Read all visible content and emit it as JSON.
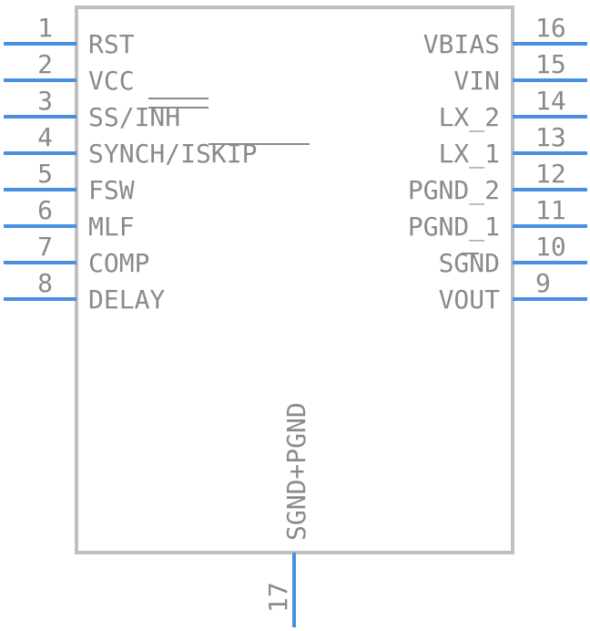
{
  "component": {
    "colors": {
      "pin_line": "#4a90e2",
      "body_outline": "#bfbfbf",
      "text": "#8a8a8a",
      "background": "#ffffff"
    },
    "left_pins": [
      {
        "number": "1",
        "name": "RST"
      },
      {
        "number": "2",
        "name": "VCC"
      },
      {
        "number": "3",
        "name": "SS/INH"
      },
      {
        "number": "4",
        "name": "SYNCH/ISKIP"
      },
      {
        "number": "5",
        "name": "FSW"
      },
      {
        "number": "6",
        "name": "MLF"
      },
      {
        "number": "7",
        "name": "COMP"
      },
      {
        "number": "8",
        "name": "DELAY"
      }
    ],
    "right_pins": [
      {
        "number": "16",
        "name": "VBIAS"
      },
      {
        "number": "15",
        "name": "VIN"
      },
      {
        "number": "14",
        "name": "LX_2"
      },
      {
        "number": "13",
        "name": "LX_1"
      },
      {
        "number": "12",
        "name": "PGND_2"
      },
      {
        "number": "11",
        "name": "PGND_1"
      },
      {
        "number": "10",
        "name": "SGND"
      },
      {
        "number": "9",
        "name": "VOUT"
      }
    ],
    "bottom_pin": {
      "number": "17",
      "name": "SGND+PGND"
    }
  }
}
